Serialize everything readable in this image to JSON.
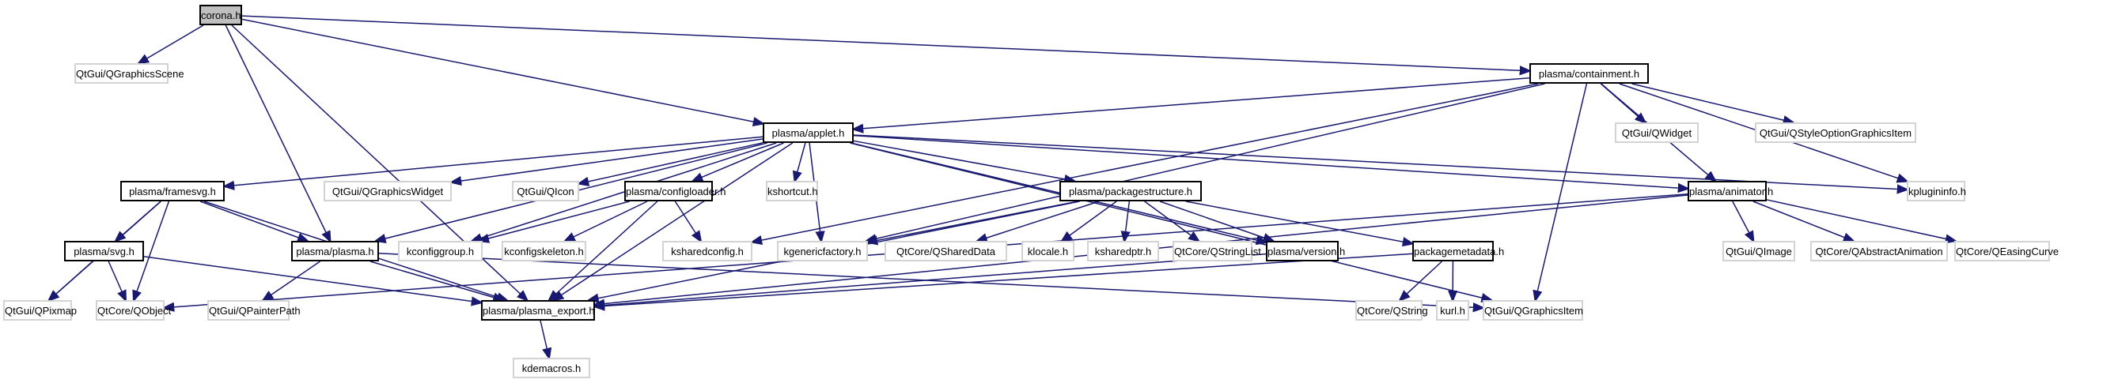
{
  "graph": {
    "title": "corona.h",
    "edge_color": "#191970",
    "nodes": [
      {
        "id": "corona",
        "label": "corona.h",
        "kind": "main"
      },
      {
        "id": "qgraphicsscene",
        "label": "QtGui/QGraphicsScene",
        "kind": "ext"
      },
      {
        "id": "containment",
        "label": "plasma/containment.h",
        "kind": "local"
      },
      {
        "id": "applet",
        "label": "plasma/applet.h",
        "kind": "local"
      },
      {
        "id": "qwidget",
        "label": "QtGui/QWidget",
        "kind": "ext"
      },
      {
        "id": "qstyleoption",
        "label": "QtGui/QStyleOptionGraphicsItem",
        "kind": "ext"
      },
      {
        "id": "framesvg",
        "label": "plasma/framesvg.h",
        "kind": "local"
      },
      {
        "id": "qgraphicswidget",
        "label": "QtGui/QGraphicsWidget",
        "kind": "ext"
      },
      {
        "id": "qicon",
        "label": "QtGui/QIcon",
        "kind": "ext"
      },
      {
        "id": "configloader",
        "label": "plasma/configloader.h",
        "kind": "local"
      },
      {
        "id": "kshortcut",
        "label": "kshortcut.h",
        "kind": "ext"
      },
      {
        "id": "packagestructure",
        "label": "plasma/packagestructure.h",
        "kind": "local"
      },
      {
        "id": "animator",
        "label": "plasma/animator.h",
        "kind": "local"
      },
      {
        "id": "kplugininfo",
        "label": "kplugininfo.h",
        "kind": "ext"
      },
      {
        "id": "svg",
        "label": "plasma/svg.h",
        "kind": "local"
      },
      {
        "id": "plasma",
        "label": "plasma/plasma.h",
        "kind": "local"
      },
      {
        "id": "kconfiggroup",
        "label": "kconfiggroup.h",
        "kind": "ext"
      },
      {
        "id": "kconfigskeleton",
        "label": "kconfigskeleton.h",
        "kind": "ext"
      },
      {
        "id": "ksharedconfig",
        "label": "ksharedconfig.h",
        "kind": "ext"
      },
      {
        "id": "kgenericfactory",
        "label": "kgenericfactory.h",
        "kind": "ext"
      },
      {
        "id": "qshareddata",
        "label": "QtCore/QSharedData",
        "kind": "ext"
      },
      {
        "id": "klocale",
        "label": "klocale.h",
        "kind": "ext"
      },
      {
        "id": "ksharedptr",
        "label": "ksharedptr.h",
        "kind": "ext"
      },
      {
        "id": "qstringlist",
        "label": "QtCore/QStringList",
        "kind": "ext"
      },
      {
        "id": "version",
        "label": "plasma/version.h",
        "kind": "local"
      },
      {
        "id": "packagemetadata",
        "label": "packagemetadata.h",
        "kind": "local"
      },
      {
        "id": "qimage",
        "label": "QtGui/QImage",
        "kind": "ext"
      },
      {
        "id": "qabstractanimation",
        "label": "QtCore/QAbstractAnimation",
        "kind": "ext"
      },
      {
        "id": "qeasingcurve",
        "label": "QtCore/QEasingCurve",
        "kind": "ext"
      },
      {
        "id": "qpixmap",
        "label": "QtGui/QPixmap",
        "kind": "ext"
      },
      {
        "id": "qobject",
        "label": "QtCore/QObject",
        "kind": "ext"
      },
      {
        "id": "qpainterpath",
        "label": "QtGui/QPainterPath",
        "kind": "ext"
      },
      {
        "id": "plasma_export",
        "label": "plasma/plasma_export.h",
        "kind": "local"
      },
      {
        "id": "qstring",
        "label": "QtCore/QString",
        "kind": "ext"
      },
      {
        "id": "kurl",
        "label": "kurl.h",
        "kind": "ext"
      },
      {
        "id": "qgraphicsitem",
        "label": "QtGui/QGraphicsItem",
        "kind": "ext"
      },
      {
        "id": "kdemacros",
        "label": "kdemacros.h",
        "kind": "ext"
      }
    ],
    "edges": [
      [
        "corona",
        "qgraphicsscene"
      ],
      [
        "corona",
        "containment"
      ],
      [
        "corona",
        "applet"
      ],
      [
        "corona",
        "plasma"
      ],
      [
        "corona",
        "plasma_export"
      ],
      [
        "containment",
        "applet"
      ],
      [
        "containment",
        "qwidget"
      ],
      [
        "containment",
        "qstyleoption"
      ],
      [
        "containment",
        "kplugininfo"
      ],
      [
        "containment",
        "animator"
      ],
      [
        "containment",
        "qgraphicsitem"
      ],
      [
        "containment",
        "ksharedconfig"
      ],
      [
        "containment",
        "kgenericfactory"
      ],
      [
        "applet",
        "framesvg"
      ],
      [
        "applet",
        "qgraphicswidget"
      ],
      [
        "applet",
        "qicon"
      ],
      [
        "applet",
        "configloader"
      ],
      [
        "applet",
        "kshortcut"
      ],
      [
        "applet",
        "kgenericfactory"
      ],
      [
        "applet",
        "packagestructure"
      ],
      [
        "applet",
        "plasma"
      ],
      [
        "applet",
        "kconfiggroup"
      ],
      [
        "applet",
        "kplugininfo"
      ],
      [
        "applet",
        "animator"
      ],
      [
        "applet",
        "version"
      ],
      [
        "applet",
        "qgraphicsitem"
      ],
      [
        "applet",
        "plasma_export"
      ],
      [
        "framesvg",
        "svg"
      ],
      [
        "framesvg",
        "qpixmap"
      ],
      [
        "framesvg",
        "qobject"
      ],
      [
        "framesvg",
        "plasma"
      ],
      [
        "framesvg",
        "plasma_export"
      ],
      [
        "svg",
        "qpixmap"
      ],
      [
        "svg",
        "qobject"
      ],
      [
        "svg",
        "plasma_export"
      ],
      [
        "plasma",
        "qpainterpath"
      ],
      [
        "plasma",
        "plasma_export"
      ],
      [
        "plasma",
        "qgraphicsitem"
      ],
      [
        "configloader",
        "kconfiggroup"
      ],
      [
        "configloader",
        "kconfigskeleton"
      ],
      [
        "configloader",
        "ksharedconfig"
      ],
      [
        "configloader",
        "plasma_export"
      ],
      [
        "packagestructure",
        "kgenericfactory"
      ],
      [
        "packagestructure",
        "qshareddata"
      ],
      [
        "packagestructure",
        "klocale"
      ],
      [
        "packagestructure",
        "ksharedptr"
      ],
      [
        "packagestructure",
        "qstringlist"
      ],
      [
        "packagestructure",
        "version"
      ],
      [
        "packagestructure",
        "packagemetadata"
      ],
      [
        "packagestructure",
        "plasma_export"
      ],
      [
        "version",
        "plasma_export"
      ],
      [
        "packagemetadata",
        "qstring"
      ],
      [
        "packagemetadata",
        "kurl"
      ],
      [
        "packagemetadata",
        "plasma_export"
      ],
      [
        "animator",
        "qimage"
      ],
      [
        "animator",
        "qabstractanimation"
      ],
      [
        "animator",
        "qeasingcurve"
      ],
      [
        "animator",
        "qobject"
      ],
      [
        "animator",
        "plasma_export"
      ],
      [
        "plasma_export",
        "kdemacros"
      ]
    ]
  }
}
